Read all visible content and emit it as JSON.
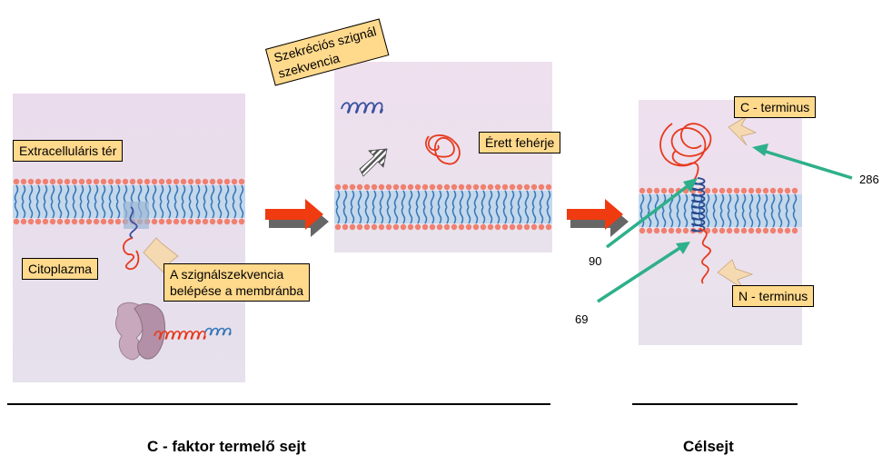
{
  "labels": {
    "extracellular": "Extracelluláris tér",
    "cytoplasm": "Citoplazma",
    "signal_entry_line1": "A szignálszekvencia",
    "signal_entry_line2": "belépése a membránba",
    "secretion_signal_line1": "Szekréciós szignál",
    "secretion_signal_line2": "szekvencia",
    "mature_protein": "Érett fehérje",
    "c_terminus": "C - terminus",
    "n_terminus": "N - terminus"
  },
  "numbers": {
    "n286": "286",
    "n90": "90",
    "n69": "69"
  },
  "captions": {
    "producer": "C - faktor termelő sejt",
    "target": "Célsejt"
  },
  "colors": {
    "membrane_blue": "#3a78b8",
    "lipid_head": "#f08070",
    "protein_red": "#e63a1e",
    "arrow_red": "#f03a10",
    "label_fill": "#ffd98c",
    "pointer_green": "#2eb08a",
    "pointer_beige": "#f5d9b0"
  }
}
